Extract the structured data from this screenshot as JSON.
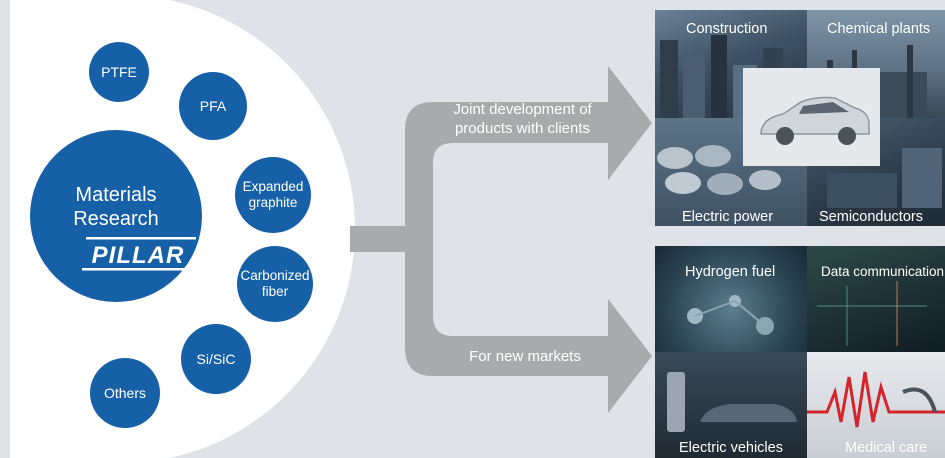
{
  "hub": {
    "title": "Materials\nResearch",
    "brand": "PILLAR",
    "materials": [
      "PTFE",
      "PFA",
      "Expanded\ngraphite",
      "Carbonized\nfiber",
      "Si/SiC",
      "Others"
    ]
  },
  "arrows": {
    "upper_label": "Joint development of\nproducts with clients",
    "lower_label": "For new markets"
  },
  "markets": {
    "top": [
      "Construction",
      "Chemical plants",
      "Electric power",
      "Semiconductors"
    ],
    "bottom": [
      "Hydrogen fuel",
      "Data communication",
      "Electric vehicles",
      "Medical care"
    ]
  },
  "colors": {
    "brand_blue": "#1660a8",
    "arrow_gray": "#a9aaac",
    "background": "#dfe3e8"
  }
}
